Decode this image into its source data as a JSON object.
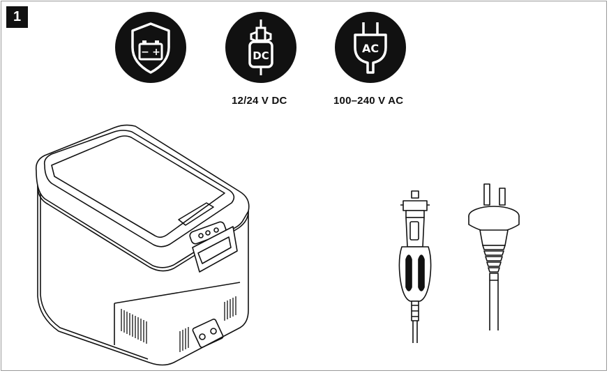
{
  "step": {
    "number": "1"
  },
  "icons": [
    {
      "name": "battery-shield-icon",
      "minus": "−",
      "plus": "+"
    },
    {
      "name": "car-plug-dc-icon",
      "text": "DC"
    },
    {
      "name": "mains-plug-ac-icon",
      "text": "AC"
    }
  ],
  "captions": {
    "dc": "12/24 V DC",
    "ac": "100–240 V AC"
  },
  "colors": {
    "ink": "#111111",
    "frame": "#9a9a9a",
    "background": "#ffffff"
  }
}
